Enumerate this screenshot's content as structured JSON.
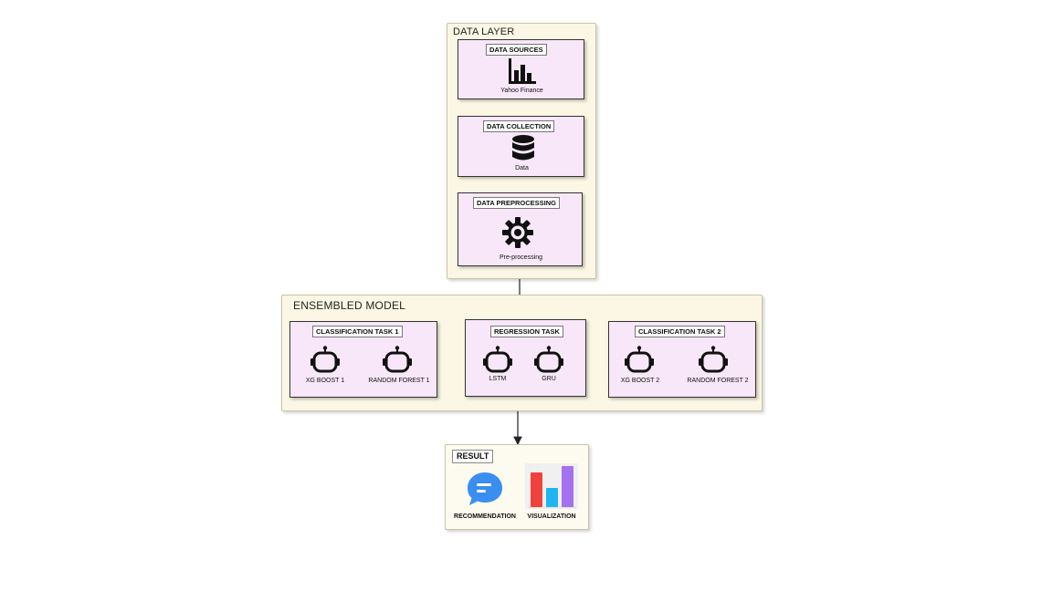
{
  "data_layer": {
    "title": "DATA LAYER",
    "sources": {
      "label": "DATA SOURCES",
      "icon": "bar-chart-icon",
      "caption": "Yahoo Finance"
    },
    "collection": {
      "label": "DATA COLLECTION",
      "icon": "database-icon",
      "caption": "Data"
    },
    "preprocessing": {
      "label": "DATA PREPROCESSING",
      "icon": "gear-icon",
      "caption": "Pre-processing"
    }
  },
  "ensembled_model": {
    "title": "ENSEMBLED MODEL",
    "classification_1": {
      "label": "CLASSIFICATION TASK 1",
      "models": [
        "XG BOOST 1",
        "RANDOM FOREST 1"
      ]
    },
    "regression": {
      "label": "REGRESSION TASK",
      "models": [
        "LSTM",
        "GRU"
      ]
    },
    "classification_2": {
      "label": "CLASSIFICATION TASK 2",
      "models": [
        "XG BOOST 2",
        "RANDOM FOREST 2"
      ]
    }
  },
  "result": {
    "title": "RESULT",
    "recommendation": {
      "caption": "RECOMMENDATION",
      "icon": "chat-bubble-icon"
    },
    "visualization": {
      "caption": "VISUALIZATION",
      "icon": "bar-chart-icon"
    }
  },
  "colors": {
    "layer_bg": "#fbf7e4",
    "card_bg": "#f8e7f8",
    "chat_blue": "#3a8ef0",
    "bar_red": "#f0423c",
    "bar_blue": "#1fb5f0",
    "bar_purple": "#a472ee"
  }
}
